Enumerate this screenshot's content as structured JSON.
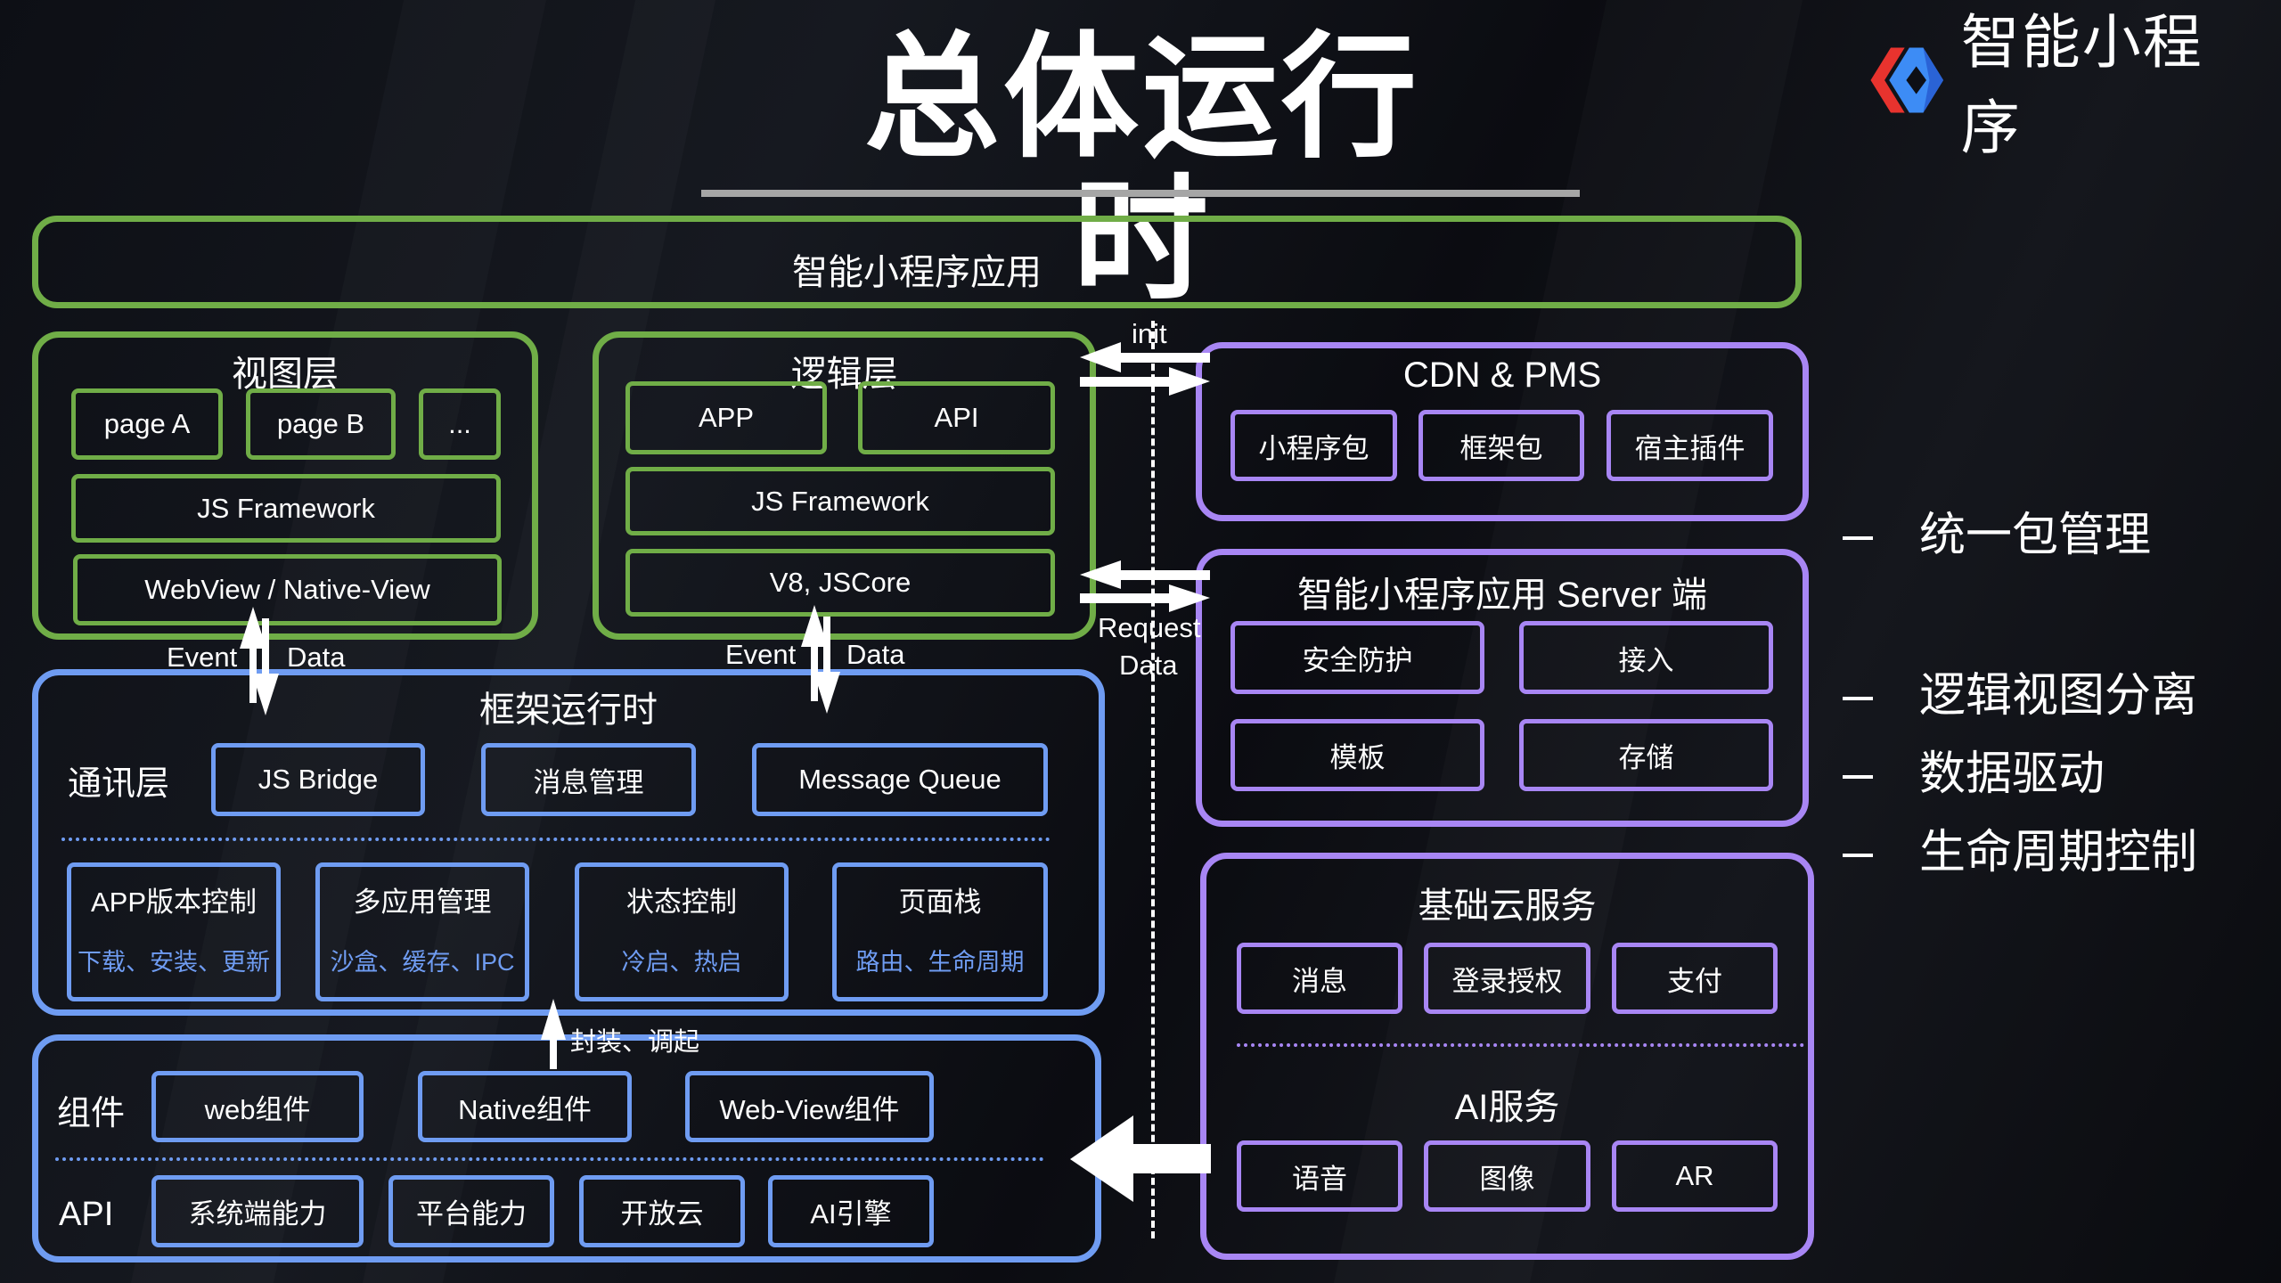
{
  "title": "总体运行时",
  "brand": {
    "name": "智能小程序",
    "logo_icon": "smart-mini-program-logo",
    "colors": {
      "red": "#e8332e",
      "blue": "#3d8cf5",
      "dark_blue": "#2a63d6"
    }
  },
  "colors": {
    "green": "#70ad47",
    "blue": "#6f9cf2",
    "purple": "#a886f4",
    "divider": "#a6a6a6"
  },
  "app_bar": {
    "label": "智能小程序应用"
  },
  "view_layer": {
    "title": "视图层",
    "pages": [
      "page A",
      "page B",
      "..."
    ],
    "framework": "JS Framework",
    "renderer": "WebView / Native-View"
  },
  "logic_layer": {
    "title": "逻辑层",
    "items": [
      "APP",
      "API"
    ],
    "framework": "JS Framework",
    "engine": "V8, JSCore"
  },
  "arrows": {
    "init": "init",
    "request": "Request",
    "data": "Data",
    "event": "Event",
    "event_data": "Data",
    "wrap_invoke": "封装、调起"
  },
  "cdn": {
    "title": "CDN & PMS",
    "items": [
      "小程序包",
      "框架包",
      "宿主插件"
    ]
  },
  "server": {
    "title": "智能小程序应用 Server 端",
    "items": [
      "安全防护",
      "接入",
      "模板",
      "存储"
    ]
  },
  "framework_runtime": {
    "title": "框架运行时",
    "comm_label": "通讯层",
    "comm_items": [
      "JS Bridge",
      "消息管理",
      "Message Queue"
    ],
    "modules": [
      {
        "title": "APP版本控制",
        "sub": "下载、安装、更新"
      },
      {
        "title": "多应用管理",
        "sub": "沙盒、缓存、IPC"
      },
      {
        "title": "状态控制",
        "sub": "冷启、热启"
      },
      {
        "title": "页面栈",
        "sub": "路由、生命周期"
      }
    ]
  },
  "components": {
    "label": "组件",
    "items": [
      "web组件",
      "Native组件",
      "Web-View组件"
    ]
  },
  "api": {
    "label": "API",
    "items": [
      "系统端能力",
      "平台能力",
      "开放云",
      "AI引擎"
    ]
  },
  "cloud": {
    "title": "基础云服务",
    "items": [
      "消息",
      "登录授权",
      "支付"
    ],
    "ai_title": "AI服务",
    "ai_items": [
      "语音",
      "图像",
      "AR"
    ]
  },
  "features": [
    "统一包管理",
    "逻辑视图分离",
    "数据驱动",
    "生命周期控制"
  ]
}
